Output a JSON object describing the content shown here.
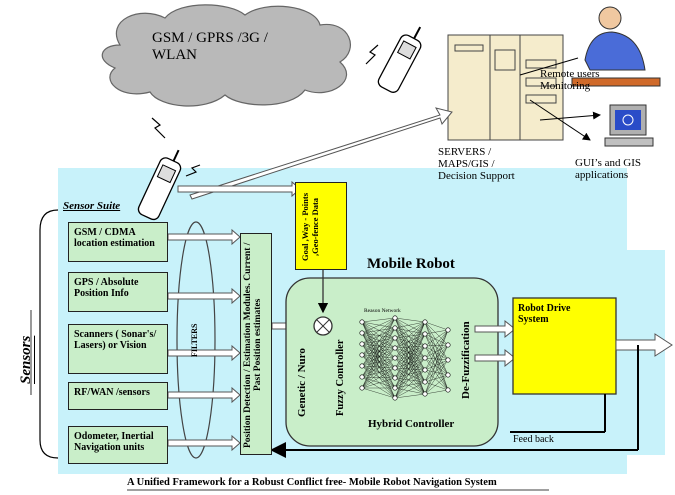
{
  "cloud_label": "GSM / GPRS /3G /\nWLAN",
  "servers_label": "SERVERS /\nMAPS/GIS /\nDecision Support",
  "remote_label": "Remote users\nMonitoring",
  "gui_label": "GUI’s and GIS\napplications",
  "sensor_suite_label": "Sensor Suite",
  "sensors_label": "Sensors",
  "sensor_items": [
    "GSM / CDMA location estimation",
    "GPS / Absolute Position Info",
    "Scanners ( Sonar's/ Lasers) or Vision",
    "RF/WAN /sensors",
    "Odometer, Inertial Navigation units"
  ],
  "filters_label": "FILTERS",
  "position_module_label": "Position Detection / Estimation Modules. Current / Past Position estimates",
  "goal_label": "Goal ,Way - Points ,Geo-fence Data",
  "mobile_robot_label": "Mobile Robot",
  "genetic_label": "Genetic / Nuro",
  "fuzzy_label": "Fuzzy Controller",
  "nn_label": "Reason  Network",
  "defuzz_label": "De-Fuzzification",
  "hybrid_label": "Hybrid Controller",
  "drive_label": "Robot Drive System",
  "feedback_label": "Feed back",
  "caption": "A Unified Framework for a Robust Conflict free- Mobile Robot Navigation System",
  "colors": {
    "cyan_bg": "#c8f2fa",
    "green": "#c9eec9",
    "yellow": "#ffff00",
    "cloud": "#b9b9b9",
    "server": "#f5eccc"
  }
}
